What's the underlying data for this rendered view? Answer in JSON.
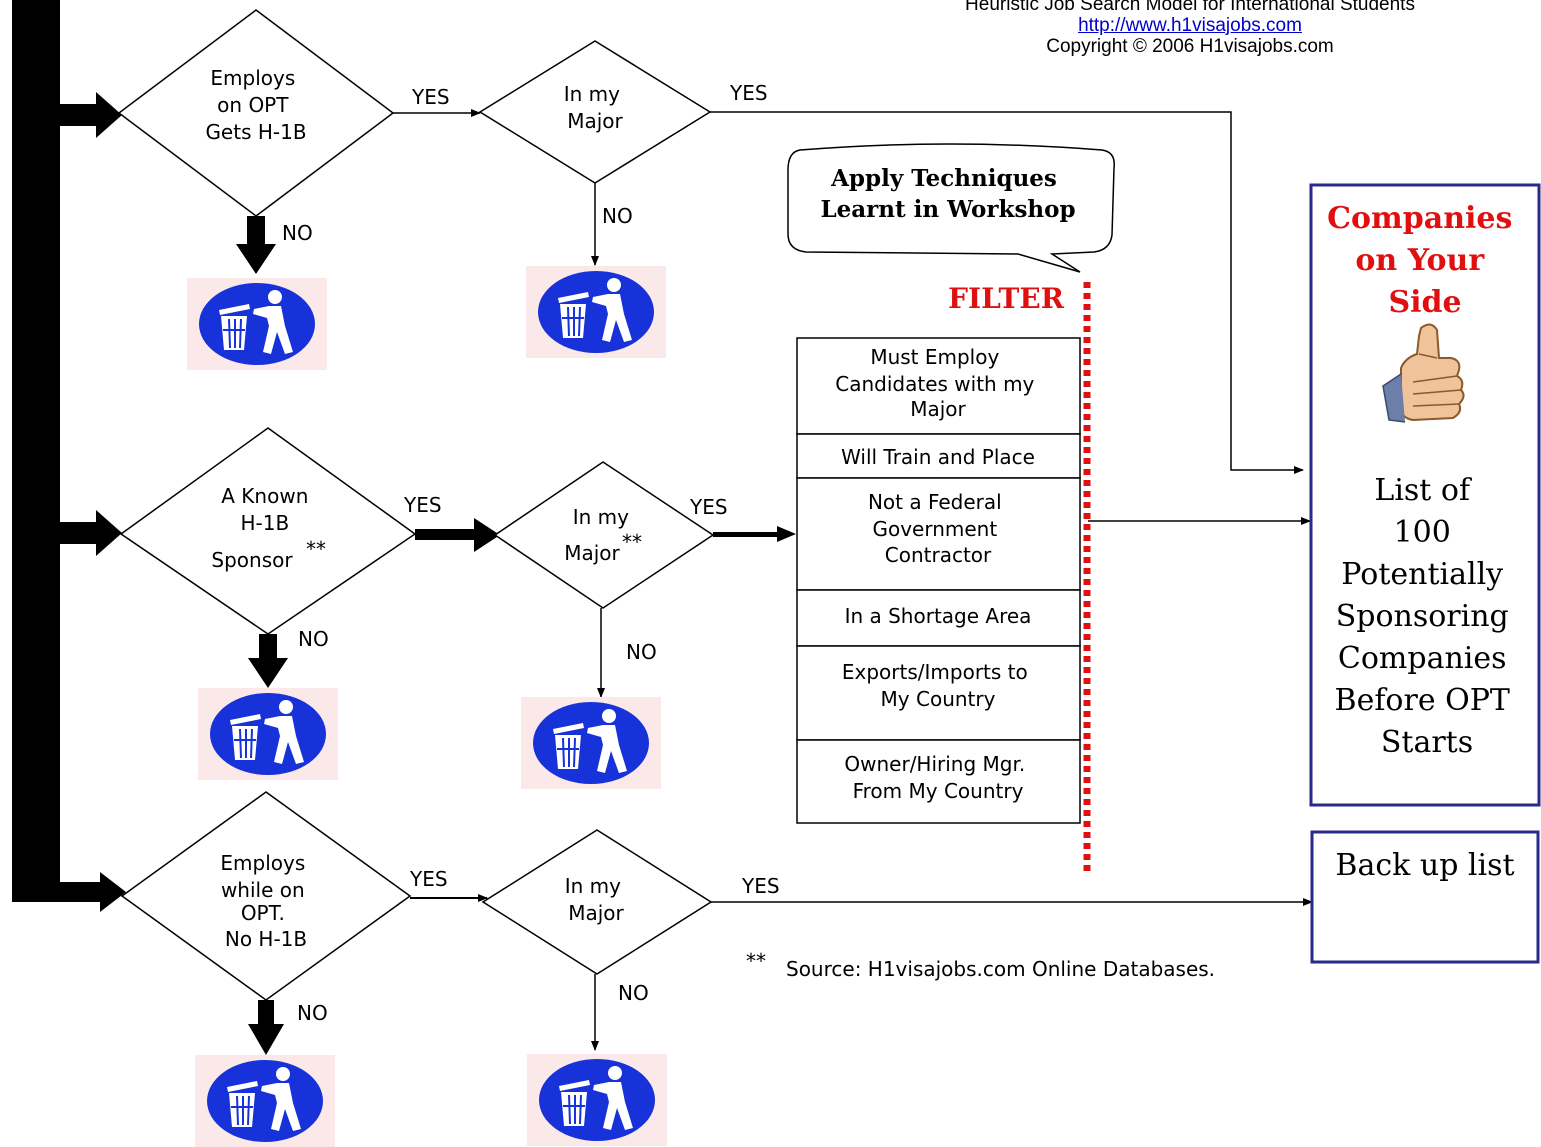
{
  "header": {
    "title": "Heuristic Job Search Model for International Students",
    "url": "http://www.h1visajobs.com",
    "copyright": "Copyright © 2006 H1visajobs.com"
  },
  "rows": [
    {
      "decision1": [
        "Employs",
        "on OPT",
        "Gets H-1B"
      ],
      "decision2": [
        "In my",
        "Major"
      ],
      "yes1": "YES",
      "yes2": "YES",
      "no1": "NO",
      "no2": "NO"
    },
    {
      "decision1": [
        "A Known",
        "H-1B",
        "Sponsor"
      ],
      "decision2": [
        "In my",
        "Major"
      ],
      "yes1": "YES",
      "yes2": "YES",
      "no1": "NO",
      "no2": "NO"
    },
    {
      "decision1": [
        "Employs",
        "while on",
        "OPT.",
        "No H-1B"
      ],
      "decision2": [
        "In my",
        "Major"
      ],
      "yes1": "YES",
      "yes2": "YES",
      "no1": "NO",
      "no2": "NO"
    }
  ],
  "source_marker": "**",
  "callout": [
    "Apply Techniques",
    "Learnt in Workshop"
  ],
  "filter": {
    "label": "FILTER",
    "items": [
      [
        "Must Employ",
        "Candidates with my",
        "Major"
      ],
      [
        "Will Train and Place"
      ],
      [
        "Not a Federal",
        "Government",
        "Contractor"
      ],
      [
        "In a Shortage Area"
      ],
      [
        "Exports/Imports to",
        "My Country"
      ],
      [
        "Owner/Hiring Mgr.",
        "From My Country"
      ]
    ]
  },
  "companies_box": {
    "heading": [
      "Companies",
      "on Your",
      "Side"
    ],
    "body": [
      "List of",
      "100",
      "Potentially",
      "Sponsoring",
      "Companies",
      "Before OPT",
      "Starts"
    ]
  },
  "backup_box": {
    "label": "Back up list"
  },
  "footnote": {
    "marker": "**",
    "text": "Source: H1visajobs.com Online Databases."
  },
  "colors": {
    "red": "#e01010",
    "box_border": "#2a2a8a",
    "trash_blue": "#1632d8",
    "trash_bg": "#fbe9e9",
    "black": "#000000"
  },
  "icons": {
    "reject": "trash-bin-icon",
    "approve": "thumbs-up-icon"
  }
}
